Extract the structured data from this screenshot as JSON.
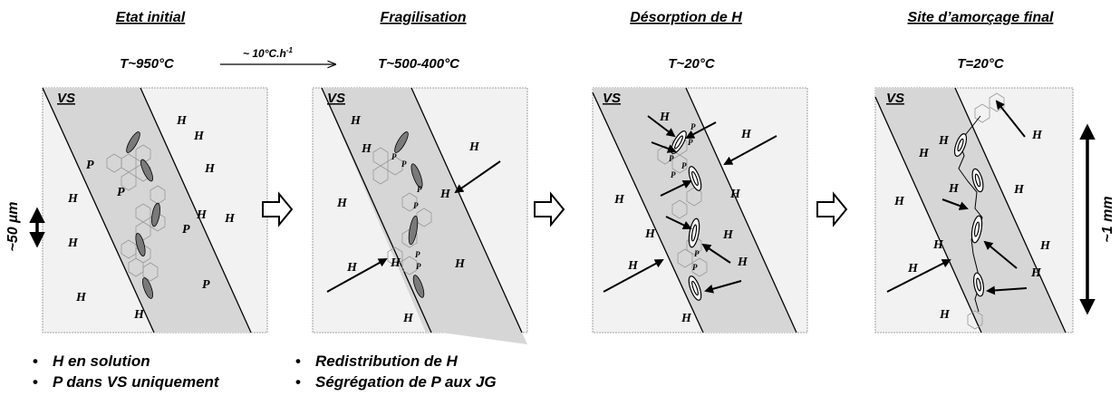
{
  "stages": [
    {
      "title": "Etat initial",
      "temperature": "T~950°C"
    },
    {
      "title": "Fragilisation",
      "temperature": "T~500-400°C"
    },
    {
      "title": "Désorption de H",
      "temperature": "T~20°C"
    },
    {
      "title": "Site d’amorçage final",
      "temperature": "T=20°C"
    }
  ],
  "cooling_rate": {
    "text": "~ 10°C.h",
    "exponent": "-1"
  },
  "zone_label": "VS",
  "hydrogen_label": "H",
  "phosphorus_label": "P",
  "scale_left": "~50 µm",
  "scale_right": "~1 mm",
  "notes": {
    "initial": [
      {
        "bullet": "•",
        "text": "H en solution"
      },
      {
        "bullet": "•",
        "text": "P dans VS uniquement"
      }
    ],
    "fragilisation": [
      {
        "bullet": "•",
        "text": "Redistribution de H"
      },
      {
        "bullet": "•",
        "text": "Ségrégation de P aux JG"
      }
    ]
  }
}
